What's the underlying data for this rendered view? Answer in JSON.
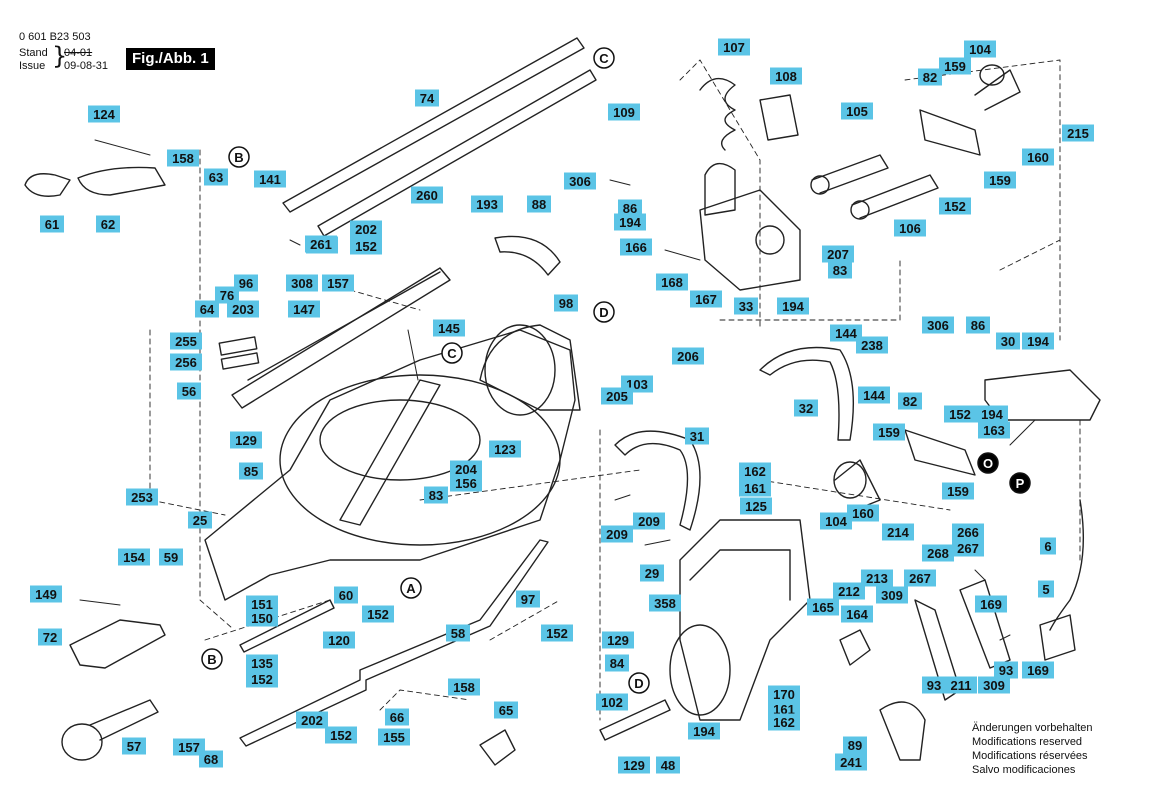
{
  "header": {
    "part_number": "0 601 B23 503",
    "stand_label": "Stand",
    "stand_value": "04-01",
    "issue_label": "Issue",
    "issue_value": "09-08-31",
    "figure_label": "Fig./Abb. 1"
  },
  "notes": [
    "Änderungen vorbehalten",
    "Modifications reserved",
    "Modifications réservées",
    "Salvo modificaciones"
  ],
  "colors": {
    "label_fill": "#5bc4e6",
    "line": "#222222",
    "badge_fill": "#000000"
  },
  "callouts": {
    "circle": [
      "C",
      "B",
      "D",
      "C",
      "A",
      "B",
      "D"
    ],
    "filled": [
      "O",
      "P"
    ]
  },
  "labels": [
    "124",
    "61",
    "62",
    "158",
    "63",
    "141",
    "202",
    "152",
    "261",
    "96",
    "308",
    "157",
    "64",
    "76",
    "203",
    "147",
    "74",
    "260",
    "261",
    "107",
    "108",
    "109",
    "306",
    "86",
    "194",
    "193",
    "88",
    "166",
    "168",
    "167",
    "207",
    "83",
    "33",
    "194",
    "98",
    "82",
    "159",
    "104",
    "105",
    "106",
    "152",
    "159",
    "160",
    "215",
    "255",
    "256",
    "56",
    "145",
    "103",
    "205",
    "206",
    "129",
    "85",
    "123",
    "204",
    "156",
    "83",
    "253",
    "25",
    "154",
    "59",
    "149",
    "72",
    "151",
    "150",
    "60",
    "152",
    "97",
    "120",
    "58",
    "152",
    "135",
    "152",
    "57",
    "157",
    "68",
    "202",
    "152",
    "66",
    "155",
    "158",
    "65",
    "144",
    "238",
    "32",
    "144",
    "31",
    "159",
    "162",
    "161",
    "125",
    "209",
    "209",
    "29",
    "358",
    "129",
    "84",
    "102",
    "194",
    "48",
    "129",
    "306",
    "86",
    "30",
    "194",
    "82",
    "152",
    "194",
    "163",
    "104",
    "160",
    "214",
    "266",
    "267",
    "268",
    "212",
    "213",
    "267",
    "159",
    "165",
    "164",
    "309",
    "169",
    "93",
    "211",
    "309",
    "93",
    "169",
    "6",
    "5",
    "170",
    "161",
    "162",
    "89",
    "241"
  ]
}
